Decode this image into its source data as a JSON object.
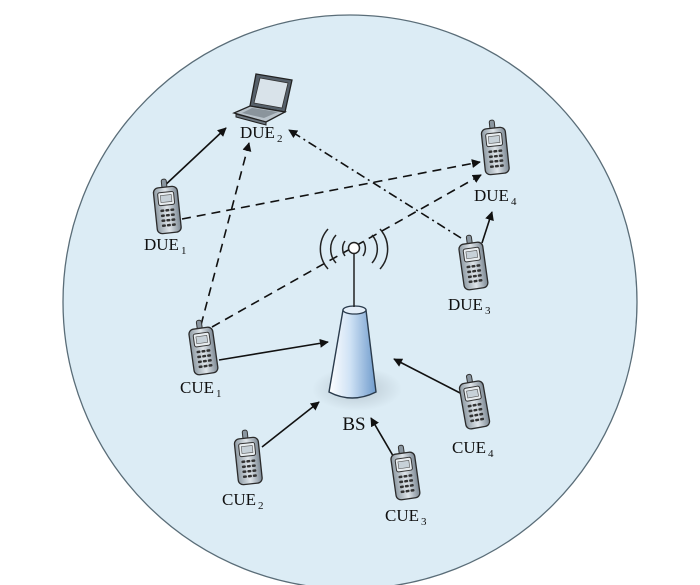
{
  "colors": {
    "cell_fill": "#dcecf5",
    "cell_stroke": "#5a6d78",
    "tower_fill": "#9fc3e8",
    "link": "#111111"
  },
  "labels": {
    "bs": "BS",
    "cue1": {
      "base": "CUE",
      "sub": "1"
    },
    "cue2": {
      "base": "CUE",
      "sub": "2"
    },
    "cue3": {
      "base": "CUE",
      "sub": "3"
    },
    "cue4": {
      "base": "CUE",
      "sub": "4"
    },
    "due1": {
      "base": "DUE",
      "sub": "1"
    },
    "due2": {
      "base": "DUE",
      "sub": "2"
    },
    "due3": {
      "base": "DUE",
      "sub": "3"
    },
    "due4": {
      "base": "DUE",
      "sub": "4"
    }
  },
  "icons": {
    "phones": [
      "cue1",
      "cue2",
      "cue3",
      "cue4",
      "due1",
      "due3",
      "due4"
    ],
    "laptop": "due2",
    "base_station": "bs"
  },
  "links": [
    {
      "from": "cue1",
      "to": "bs",
      "style": "solid"
    },
    {
      "from": "cue2",
      "to": "bs",
      "style": "solid"
    },
    {
      "from": "cue3",
      "to": "bs",
      "style": "solid"
    },
    {
      "from": "cue4",
      "to": "bs",
      "style": "solid"
    },
    {
      "from": "due1",
      "to": "due2",
      "style": "solid"
    },
    {
      "from": "due3",
      "to": "due4",
      "style": "solid"
    },
    {
      "from": "cue1",
      "to": "due2",
      "style": "dashed"
    },
    {
      "from": "cue1",
      "to": "due4",
      "style": "dashed"
    },
    {
      "from": "due1",
      "to": "due4",
      "style": "dashed"
    },
    {
      "from": "due3",
      "to": "due2",
      "style": "dash-dot"
    }
  ]
}
